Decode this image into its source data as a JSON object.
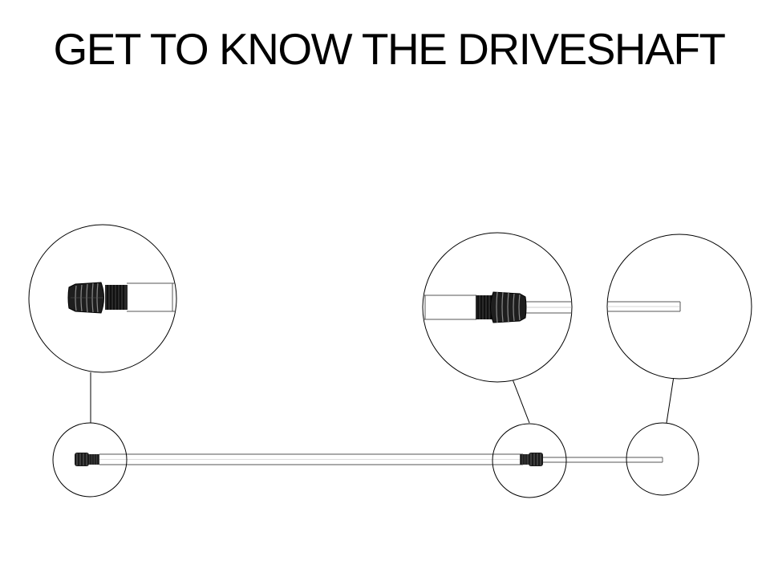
{
  "page": {
    "title": "GET TO KNOW THE DRIVESHAFT"
  },
  "colors": {
    "ink": "#000000",
    "background": "#ffffff",
    "shaft_line": "#555555",
    "nut": "#1a1a1a"
  },
  "diagram": {
    "parts": [
      "motor-end-nut",
      "flex-shaft-tube",
      "prop-end-nut",
      "square-drive-tip"
    ]
  }
}
